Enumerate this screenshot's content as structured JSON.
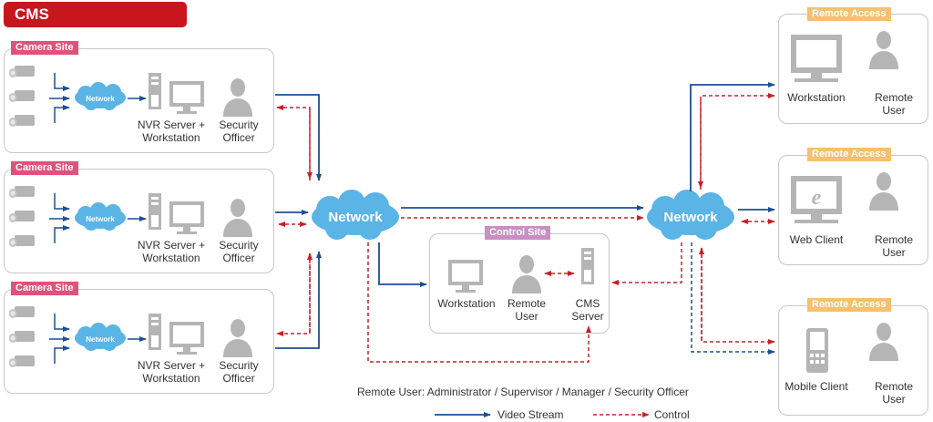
{
  "title": "CMS",
  "camera_sites": [
    {
      "tag": "Camera Site",
      "network_label": "Network",
      "nvr_label": "NVR Server +",
      "nvr_label2": "Workstation",
      "officer_label": "Security",
      "officer_label2": "Officer"
    },
    {
      "tag": "Camera Site",
      "network_label": "Network",
      "nvr_label": "NVR Server +",
      "nvr_label2": "Workstation",
      "officer_label": "Security",
      "officer_label2": "Officer"
    },
    {
      "tag": "Camera Site",
      "network_label": "Network",
      "nvr_label": "NVR Server +",
      "nvr_label2": "Workstation",
      "officer_label": "Security",
      "officer_label2": "Officer"
    }
  ],
  "central_network": "Network",
  "remote_network": "Network",
  "control_site": {
    "tag": "Control Site",
    "workstation": "Workstation",
    "remote_user": "Remote",
    "remote_user2": "User",
    "cms_server": "CMS",
    "cms_server2": "Server"
  },
  "remote_access": [
    {
      "tag": "Remote Access",
      "device": "Workstation",
      "user": "Remote",
      "user2": "User"
    },
    {
      "tag": "Remote Access",
      "device": "Web Client",
      "user": "Remote",
      "user2": "User"
    },
    {
      "tag": "Remote Access",
      "device": "Mobile Client",
      "user": "Remote",
      "user2": "User"
    }
  ],
  "note": "Remote User: Administrator / Supervisor / Manager / Security Officer",
  "legend": {
    "video": "Video Stream",
    "control": "Control"
  },
  "colors": {
    "video": "#1b4f93",
    "control": "#c8202a",
    "cloud": "#5ab4e5",
    "device": "#b5b5b5",
    "title": "#c8161d"
  }
}
